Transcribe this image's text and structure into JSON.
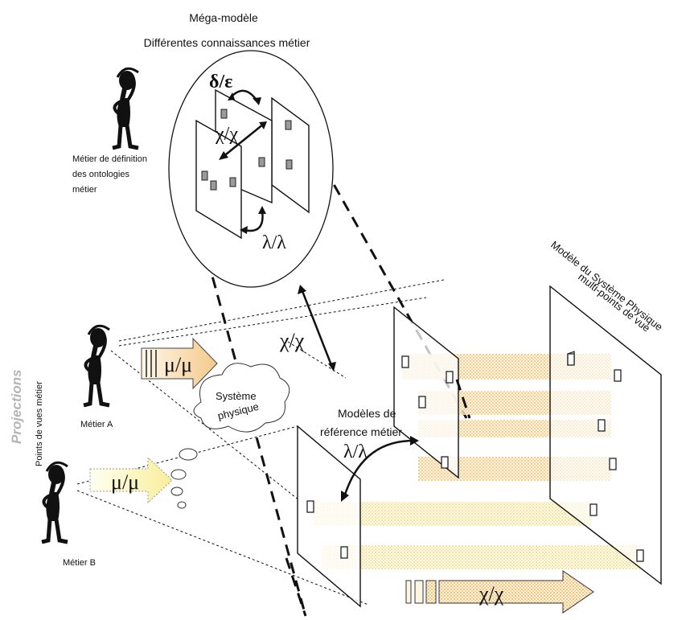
{
  "title": "Méga-modèle",
  "subtitle": "Différentes connaissances métier",
  "people": {
    "top_label": [
      "Métier de définition",
      "des ontologies",
      "métier"
    ],
    "a_label": "Métier A",
    "b_label": "Métier B"
  },
  "side": {
    "projections": "Projections",
    "points_de_vues": "Points de vues métier"
  },
  "relations": {
    "delta_eps": "δ/ε",
    "chi_chi_top": "χ/χ",
    "lambda_top": "λ/λ",
    "chi_chi_mid": "χ/χ",
    "lambda_mid": "λ/λ",
    "mu_a": "μ/μ",
    "mu_b": "μ/μ",
    "chi_chi_bottom": "χ/χ"
  },
  "cloud": [
    "Système",
    "physique"
  ],
  "models": {
    "reference": [
      "Modèles de",
      "référence métier"
    ],
    "system": [
      "Modèle du Système Physique",
      "multi-points de vue"
    ]
  },
  "colors": {
    "stripe": "#f3c27a",
    "stripe_pale": "#f6e7a0",
    "marker": "#9a9a9a",
    "projections_text": "#b5b5b5"
  }
}
